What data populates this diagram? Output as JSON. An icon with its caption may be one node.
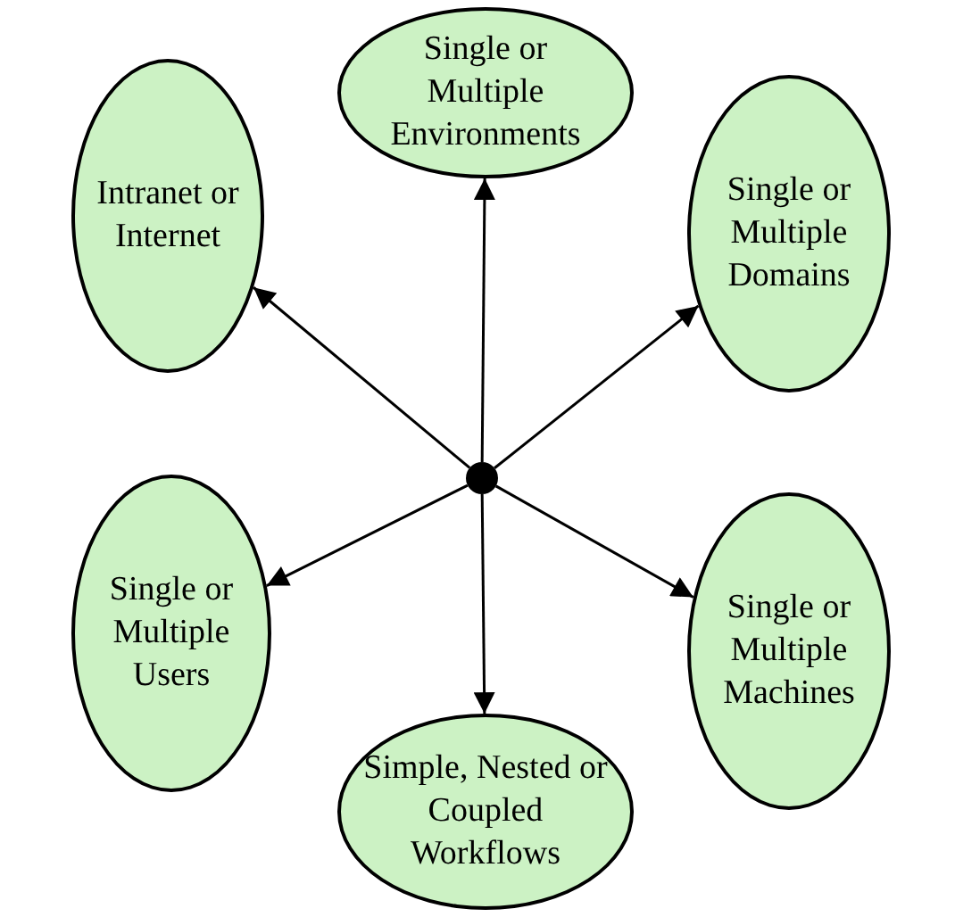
{
  "diagram": {
    "nodes": [
      {
        "text": [
          "Single or Multiple Environments"
        ]
      },
      {
        "text": [
          "Intranet or Internet"
        ]
      },
      {
        "text": [
          "Single or Multiple Domains"
        ]
      },
      {
        "text": [],
        "shape": "circle"
      },
      {
        "text": [
          "Single or Multiple Users"
        ]
      },
      {
        "text": [
          "Single or Multiple Machines"
        ]
      },
      {
        "text": [
          "Simple, Nested or Coupled Workflows"
        ]
      }
    ],
    "edges": [
      {
        "from": 3,
        "to": 0,
        "arrow": "to"
      },
      {
        "from": 3,
        "to": 1,
        "arrow": "to"
      },
      {
        "from": 3,
        "to": 2,
        "arrow": "to"
      },
      {
        "from": 3,
        "to": 4,
        "arrow": "to"
      },
      {
        "from": 3,
        "to": 5,
        "arrow": "to"
      },
      {
        "from": 3,
        "to": 6,
        "arrow": "to"
      }
    ]
  }
}
